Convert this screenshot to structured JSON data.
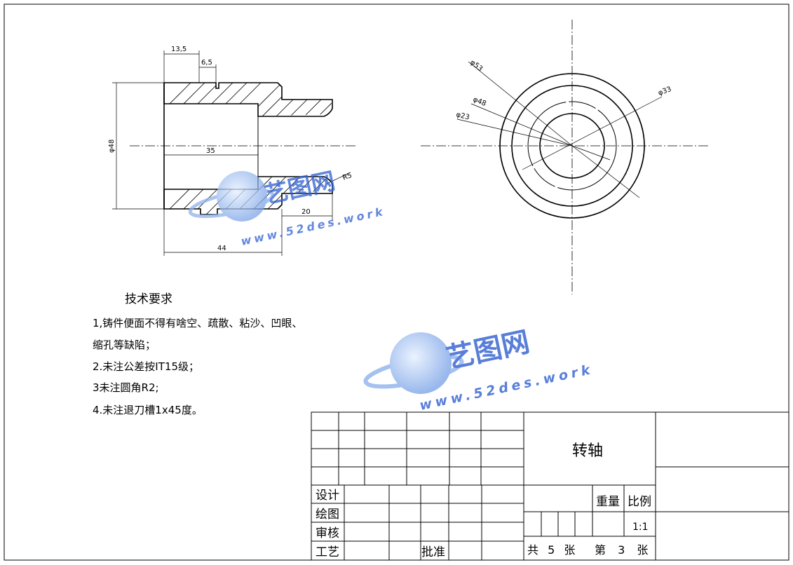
{
  "dimensions": {
    "d13_5": "13,5",
    "d6_5": "6,5",
    "phi48_left": "φ48",
    "d35": "35",
    "r5": "R5",
    "d20": "20",
    "d44": "44",
    "phi53": "φ53",
    "phi48": "φ48",
    "phi23": "φ23",
    "phi33": "φ33"
  },
  "requirements": {
    "title": "技术要求",
    "line1": "1,铸件便面不得有啥空、疏散、粘沙、凹眼、",
    "line1b": "缩孔等缺陷；",
    "line2": "2.未注公差按IT15级；",
    "line3": "3未注圆角R2;",
    "line4": "4.未注退刀槽1x45度。"
  },
  "title_block": {
    "part_name": "转轴",
    "weight_label": "重量",
    "scale_label": "比例",
    "scale_value": "1:1",
    "design": "设计",
    "drawing": "绘图",
    "review": "审核",
    "process": "工艺",
    "approve": "批准",
    "sheets": "共 5 张",
    "sheet_no": "第 3 张"
  },
  "watermark": {
    "name": "艺图网",
    "url": "www.52des.work"
  }
}
